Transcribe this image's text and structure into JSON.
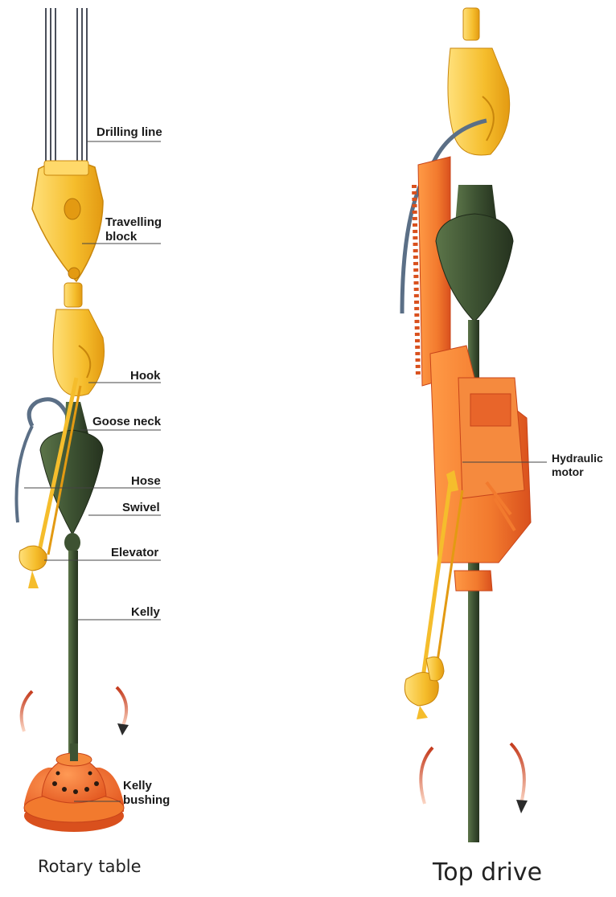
{
  "labels": {
    "drilling_line": "Drilling line",
    "travelling_block_1": "Travelling",
    "travelling_block_2": "block",
    "hook": "Hook",
    "goose_neck": "Goose neck",
    "hose": "Hose",
    "swivel": "Swivel",
    "elevator": "Elevator",
    "kelly": "Kelly",
    "kelly_bushing_1": "Kelly",
    "kelly_bushing_2": "bushing",
    "hydraulic_motor_1": "Hydraulic",
    "hydraulic_motor_2": "motor"
  },
  "captions": {
    "rotary_table": "Rotary table",
    "top_drive": "Top drive"
  },
  "colors": {
    "yellow": "#f7c531",
    "orange": "#f27a2e",
    "dark_green": "#3d5232",
    "hose_blue": "#5b6f86"
  }
}
